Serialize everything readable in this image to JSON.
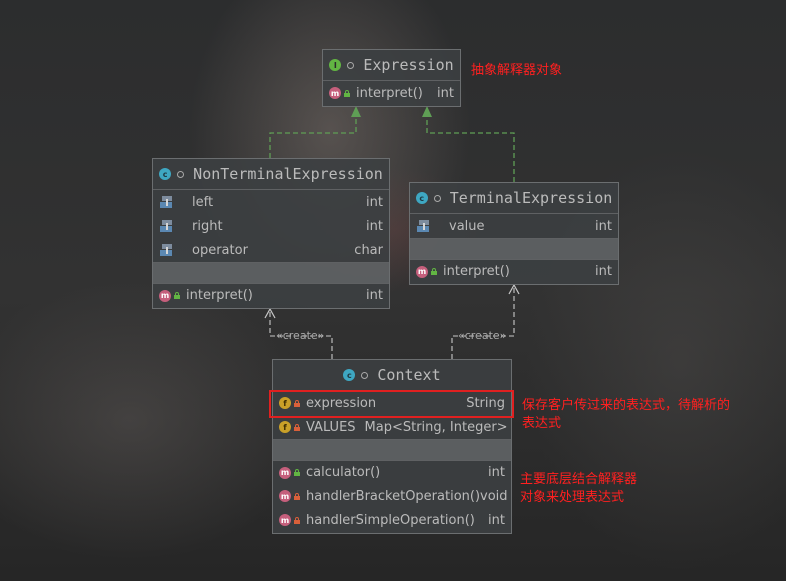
{
  "classes": {
    "expression": {
      "badge": "I",
      "name": "Expression",
      "methods": [
        {
          "badge": "m",
          "name": "interpret()",
          "type": "int"
        }
      ]
    },
    "nonterminal": {
      "badge": "c",
      "name": "NonTerminalExpression",
      "fields": [
        {
          "name": "left",
          "type": "int"
        },
        {
          "name": "right",
          "type": "int"
        },
        {
          "name": "operator",
          "type": "char"
        }
      ],
      "methods": [
        {
          "badge": "m",
          "name": "interpret()",
          "type": "int"
        }
      ]
    },
    "terminal": {
      "badge": "c",
      "name": "TerminalExpression",
      "fields": [
        {
          "name": "value",
          "type": "int"
        }
      ],
      "methods": [
        {
          "badge": "m",
          "name": "interpret()",
          "type": "int"
        }
      ]
    },
    "context": {
      "badge": "c",
      "name": "Context",
      "fields": [
        {
          "badge": "f",
          "name": "expression",
          "type": "String"
        },
        {
          "badge": "f",
          "name": "VALUES",
          "type": "Map<String, Integer>"
        }
      ],
      "methods": [
        {
          "badge": "m",
          "name": "calculator()",
          "type": "int"
        },
        {
          "badge": "m",
          "name": "handlerBracketOperation()",
          "type": "void"
        },
        {
          "badge": "m",
          "name": "handlerSimpleOperation()",
          "type": "int"
        }
      ]
    }
  },
  "links": {
    "create_left": "«create»",
    "create_right": "«create»"
  },
  "annotations": {
    "expression_note": "抽象解释器对象",
    "field_note_line1": "保存客户传过来的表达式，待解析的",
    "field_note_line2": "表达式",
    "method_note_line1": "主要底层结合解释器",
    "method_note_line2": "对象来处理表达式"
  },
  "colors": {
    "annotation": "#ff2020",
    "highlight_box": "#e02020",
    "inheritance_line": "#5f9e55",
    "dependency_line": "#c8c8c8"
  },
  "icons": {
    "interface_badge": "interface-badge-icon",
    "class_badge": "class-badge-icon",
    "method_badge": "method-badge-icon",
    "field_badge": "field-badge-icon",
    "property_field": "field-property-icon",
    "public_lock": "public-lock-icon",
    "private_lock": "private-lock-icon"
  }
}
